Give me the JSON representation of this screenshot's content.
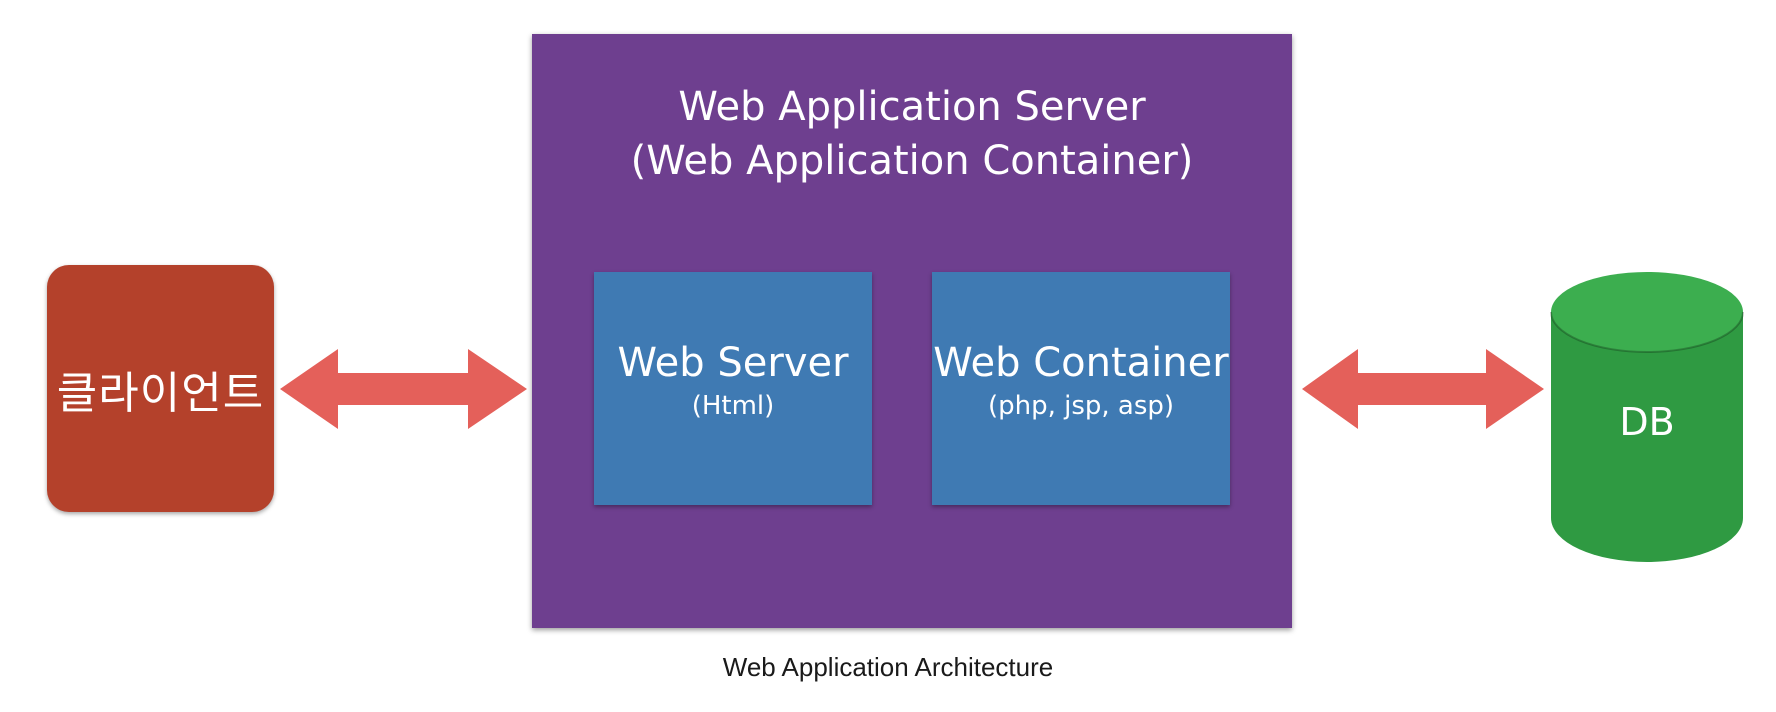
{
  "colors": {
    "client": "#b4412b",
    "was": "#6e3f8f",
    "inner": "#3f7ab3",
    "arrow": "#e4605a",
    "db": "#2f9a42",
    "db_top": "#3cae4f"
  },
  "client": {
    "label": "클라이언트"
  },
  "was": {
    "title_line1": "Web Application Server",
    "title_line2": "(Web Application Container)"
  },
  "web_server": {
    "title": "Web Server",
    "subtitle": "(Html)"
  },
  "web_container": {
    "title": "Web Container",
    "subtitle": "(php, jsp, asp)"
  },
  "db": {
    "label": "DB"
  },
  "caption": "Web Application Architecture"
}
